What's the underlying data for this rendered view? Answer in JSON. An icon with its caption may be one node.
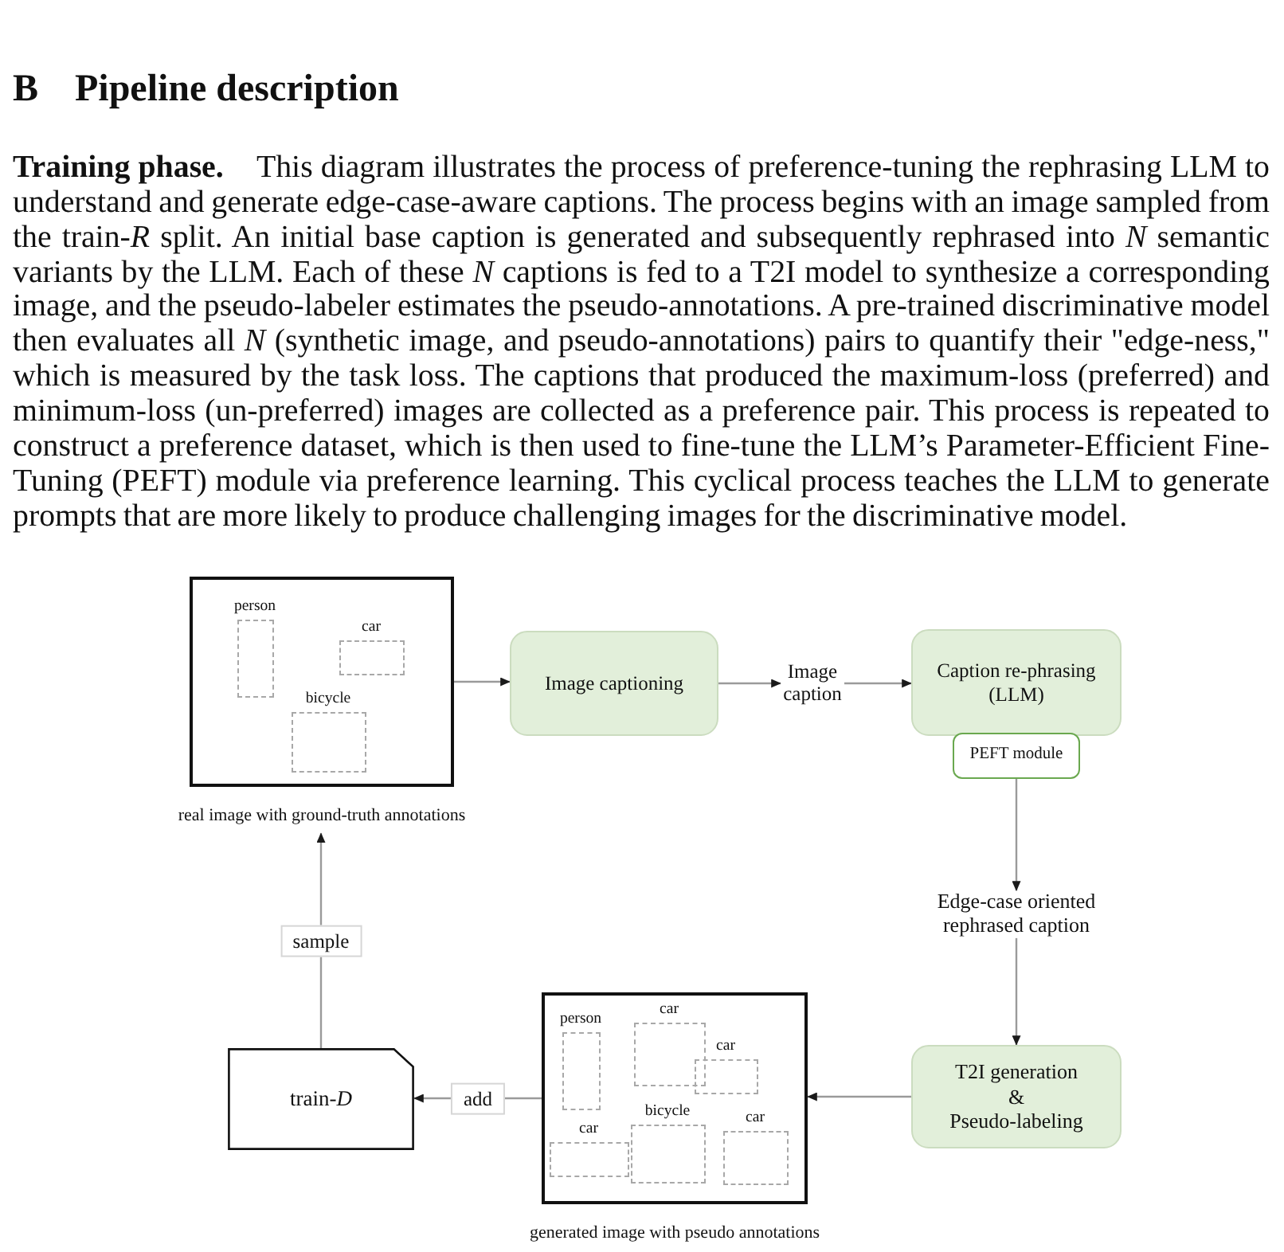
{
  "diagram": {
    "title": "Pipeline description",
    "nodes": [
      {
        "text": [],
        "shape": "box",
        "beside": [
          "real image with ground-truth annotations"
        ]
      },
      {
        "text": [
          "person"
        ],
        "in": 0
      },
      {
        "text": [
          "car"
        ],
        "in": 0
      },
      {
        "text": [
          "bicycle"
        ],
        "in": 0
      },
      {
        "text": [
          "Image captioning"
        ]
      },
      {
        "text": [
          "Image caption"
        ]
      },
      {
        "text": [
          "Caption re-phrasing (LLM)"
        ]
      },
      {
        "text": [
          "PEFT module"
        ]
      },
      {
        "text": [
          "Edge-case oriented rephrased caption"
        ]
      },
      {
        "text": [
          "T2I generation & Pseudo-labeling"
        ]
      },
      {
        "text": [
          "train-*D*"
        ]
      },
      {
        "text": [],
        "shape": "box",
        "beside": [
          "generated image with pseudo annotations"
        ]
      },
      {
        "text": [
          "person"
        ],
        "in": 11
      },
      {
        "text": [
          "car"
        ],
        "in": 11
      },
      {
        "text": [
          "car"
        ],
        "in": 11
      },
      {
        "text": [
          "car"
        ],
        "in": 11
      },
      {
        "text": [
          "bicycle"
        ],
        "in": 11
      },
      {
        "text": [
          "car"
        ],
        "in": 11
      }
    ],
    "edges": [
      {
        "from": 0,
        "to": 4,
        "arrow": "to"
      },
      {
        "from": 4,
        "to": 5,
        "arrow": "to"
      },
      {
        "from": 5,
        "to": 6,
        "arrow": "to"
      },
      {
        "from": 7,
        "to": 8,
        "arrow": "to"
      },
      {
        "from": 8,
        "to": 9,
        "arrow": "to"
      },
      {
        "from": 9,
        "to": 11,
        "arrow": "to"
      },
      {
        "from": 11,
        "to": 10,
        "arrow": "to",
        "label": "add"
      },
      {
        "from": 10,
        "to": 0,
        "arrow": "to",
        "label": "sample"
      }
    ],
    "labels": [
      "B",
      "**Training phase.** This diagram illustrates the process of preference-tuning the rephrasing LLM to understand and generate edge-case-aware captions. The process begins with an image sampled from the train-*R* split. An initial base caption is generated and subsequently rephrased into *N* semantic variants by the LLM. Each of these *N* captions is fed to a T2I model to synthesize a corresponding image, and the pseudo-labeler estimates the pseudo-annotations. A pre-trained discriminative model then evaluates all *N* (synthetic image, and pseudo-annotations) pairs to quantify their \"edge-ness,\" which is measured by the task loss. The captions that produced the maximum-loss (preferred) and minimum-loss (un-preferred) images are collected as a preference pair. This process is repeated to construct a preference dataset, which is then used to fine-tune the LLM’s Parameter-Efficient Fine-Tuning (PEFT) module via preference learning. This cyclical process teaches the LLM to generate prompts that are more likely to produce challenging images for the discriminative model."
    ]
  }
}
